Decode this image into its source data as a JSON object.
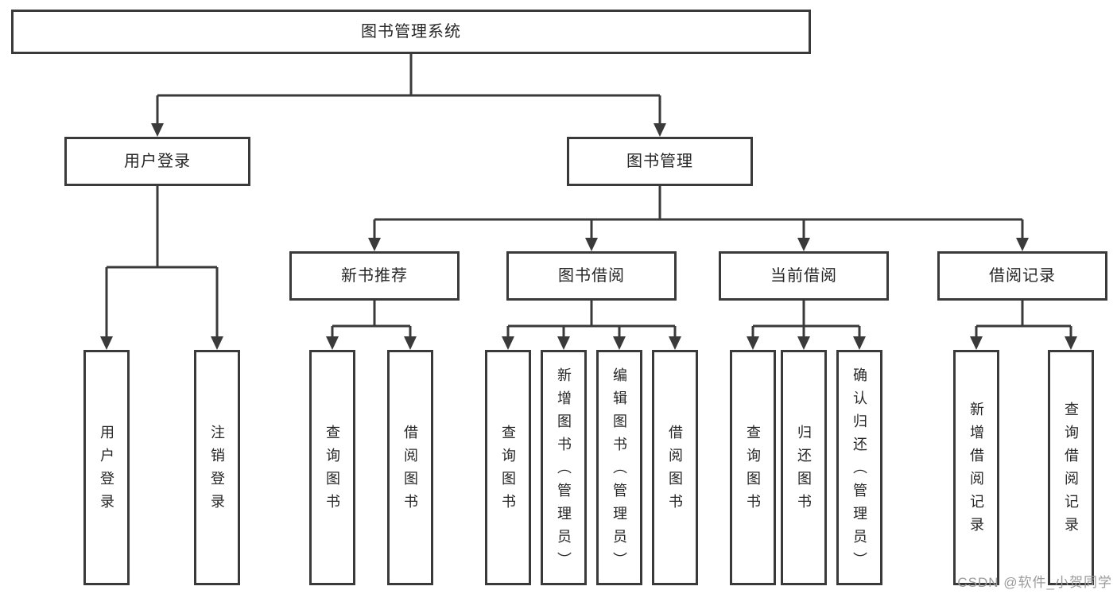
{
  "tree": {
    "root": {
      "label": "图书管理系统"
    },
    "level2": [
      {
        "label": "用户登录"
      },
      {
        "label": "图书管理"
      }
    ],
    "level3": [
      {
        "label": "新书推荐",
        "parent": "图书管理"
      },
      {
        "label": "图书借阅",
        "parent": "图书管理"
      },
      {
        "label": "当前借阅",
        "parent": "图书管理"
      },
      {
        "label": "借阅记录",
        "parent": "图书管理"
      }
    ],
    "leaves": [
      {
        "label": "用户登录",
        "parent": "用户登录"
      },
      {
        "label": "注销登录",
        "parent": "用户登录"
      },
      {
        "label": "查询图书",
        "parent": "新书推荐"
      },
      {
        "label": "借阅图书",
        "parent": "新书推荐"
      },
      {
        "label": "查询图书",
        "parent": "图书借阅"
      },
      {
        "label": "新增图书（管理员）",
        "parent": "图书借阅"
      },
      {
        "label": "编辑图书（管理员）",
        "parent": "图书借阅"
      },
      {
        "label": "借阅图书",
        "parent": "图书借阅"
      },
      {
        "label": "查询图书",
        "parent": "当前借阅"
      },
      {
        "label": "归还图书",
        "parent": "当前借阅"
      },
      {
        "label": "确认归还（管理员）",
        "parent": "当前借阅"
      },
      {
        "label": "新增借阅记录",
        "parent": "借阅记录"
      },
      {
        "label": "查询借阅记录",
        "parent": "借阅记录"
      }
    ]
  },
  "watermark": "CSDN @软件_小贺同学",
  "colors": {
    "line": "#3a3a3a",
    "text": "#262626",
    "watermark": "#9b9b9b",
    "background": "#ffffff"
  }
}
